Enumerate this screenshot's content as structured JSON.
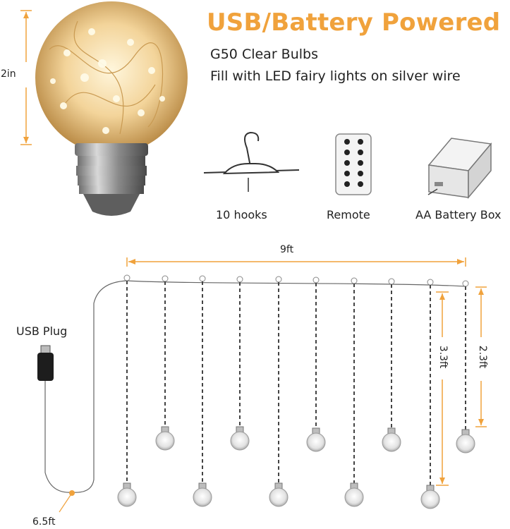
{
  "header": {
    "title": "USB/Battery Powered",
    "line1": "G50 Clear Bulbs",
    "line2": "Fill with LED fairy lights on silver wire"
  },
  "bulb": {
    "height_label": "2in"
  },
  "accessories": [
    {
      "label": "10 hooks",
      "icon": "hanger-hook-icon"
    },
    {
      "label": "Remote",
      "icon": "remote-control-icon"
    },
    {
      "label": "AA Battery Box",
      "icon": "battery-box-icon"
    }
  ],
  "curtain": {
    "width_label": "9ft",
    "long_strand_label": "3.3ft",
    "short_strand_label": "2.3ft",
    "plug_label": "USB Plug",
    "lead_label": "6.5ft"
  },
  "colors": {
    "accent": "#f0a23c",
    "dimension_line": "#f0a23c",
    "wire": "#555555",
    "bulb_glow": "#f6d9a0"
  }
}
